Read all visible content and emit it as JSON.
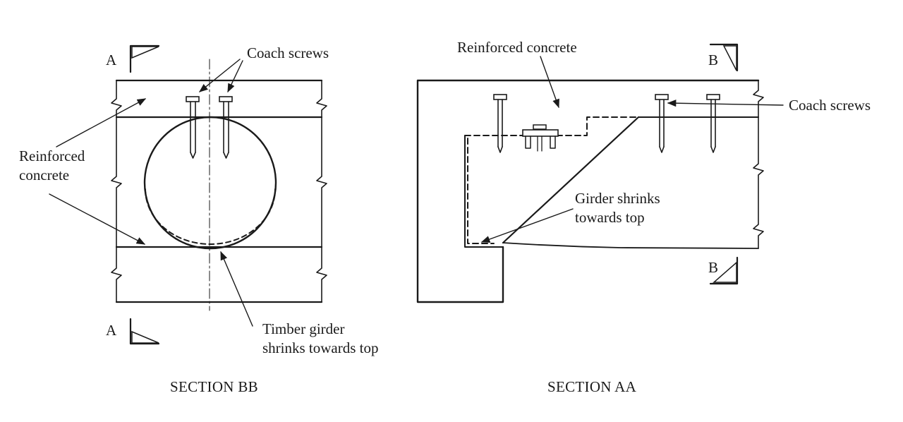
{
  "section_bb": {
    "caption": "SECTION BB",
    "mark_top": "A",
    "mark_bottom": "A",
    "labels": {
      "coach_screws": "Coach screws",
      "reinforced_line1": "Reinforced",
      "reinforced_line2": "concrete",
      "timber_line1": "Timber girder",
      "timber_line2": "shrinks towards top"
    }
  },
  "section_aa": {
    "caption": "SECTION AA",
    "mark_top": "B",
    "mark_bottom": "B",
    "labels": {
      "reinforced_concrete": "Reinforced concrete",
      "coach_screws": "Coach screws",
      "girder_line1": "Girder shrinks",
      "girder_line2": "towards top"
    }
  }
}
